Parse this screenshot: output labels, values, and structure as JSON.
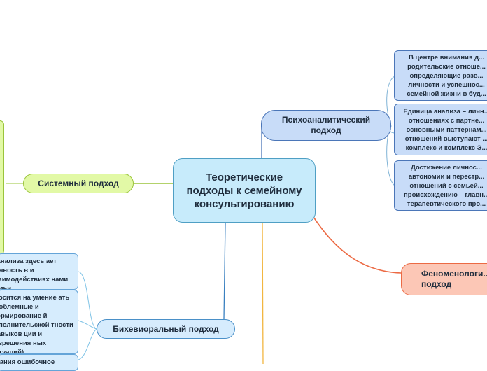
{
  "map": {
    "central": "Теоретические подходы к семейному консультированию",
    "psychoanalytic": {
      "label": "Психоаналитический подход",
      "children": [
        "В центре внимания д... родительские отноше... определяющие разв... личности и успешнос... семейной жизни в буд...",
        "Единица анализа – личн... отношениях с партне... основными паттернам... отношений выступают ... комплекс и комплекс Э...",
        "Достижение личнос... автономии и перестр... отношений с семьей... происхождению – главн... терапевтического про..."
      ]
    },
    "systemic": {
      "label": "Системный подход"
    },
    "behavioral": {
      "label": "Бихевиоральный подход",
      "children": [
        "й анализа здесь ает личность в и взаимодействиях нами семьи",
        "еносится на умение ать проблемные и формирование й исполнительской тности (навыков ции и разрешения ных ситуаций)",
        "имания ошибочное"
      ]
    },
    "phenomenological": {
      "label": "Феноменологи... подход"
    }
  },
  "colors": {
    "central_fill": "#c7ebfb",
    "psychoanalytic": "#4b76b8",
    "systemic": "#9ac43a",
    "behavioral": "#4a90c8",
    "phenomenological": "#ec6a44",
    "orange_branch": "#f2b640"
  }
}
